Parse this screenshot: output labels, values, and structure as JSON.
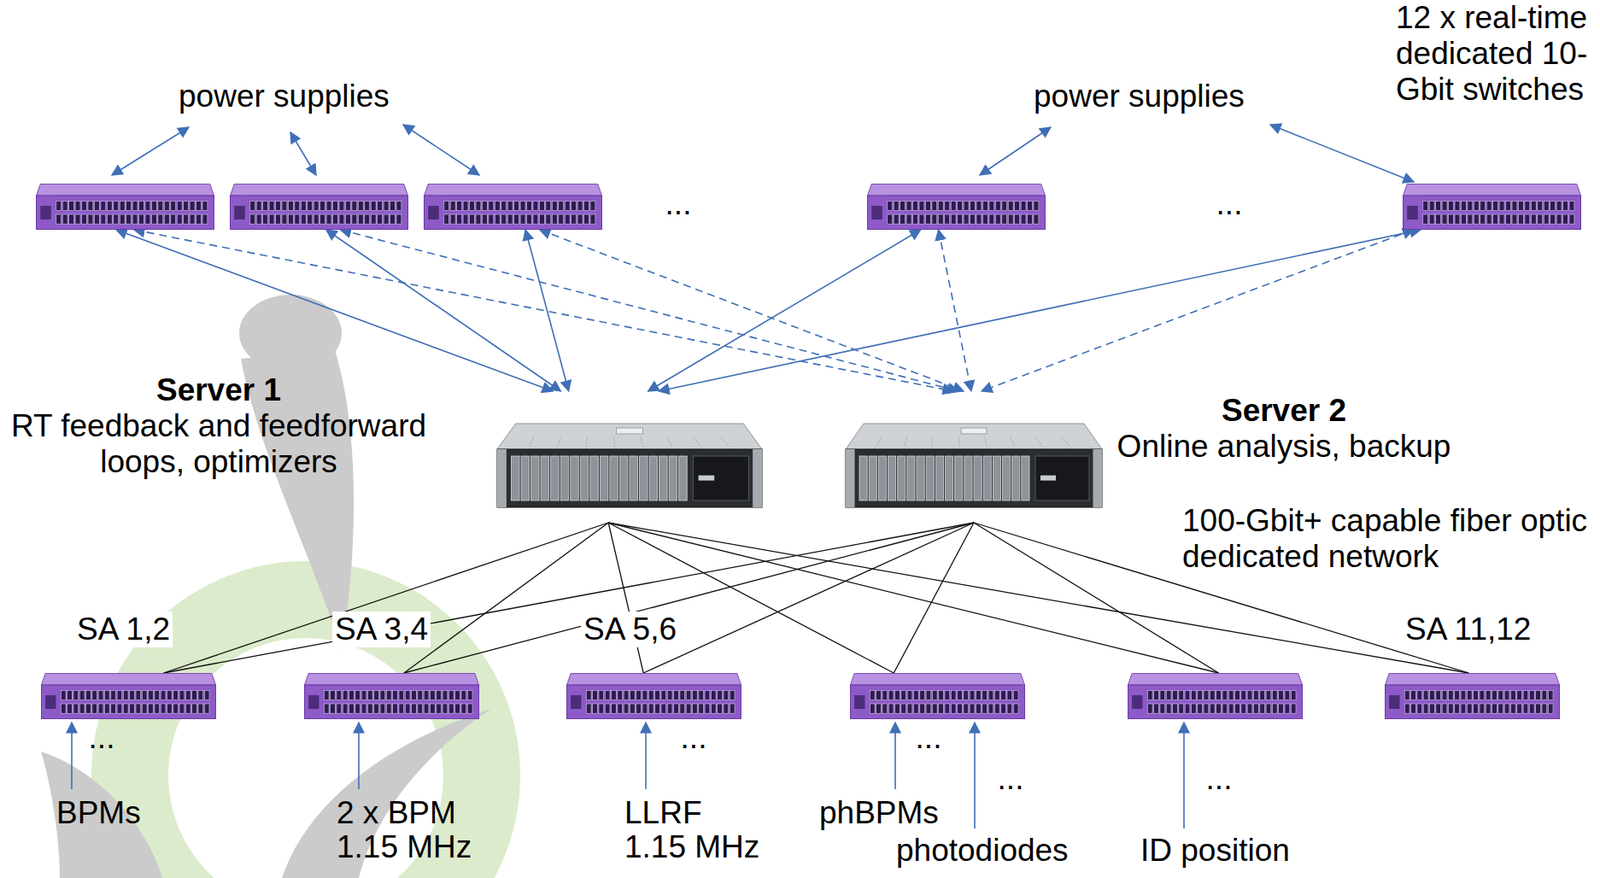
{
  "diagram": {
    "nodes": [
      {
        "text": []
      },
      {
        "text": []
      },
      {
        "text": []
      },
      {
        "text": []
      },
      {
        "text": []
      },
      {
        "text": [
          "Server 1",
          "RT feedback and feedforward loops, optimizers"
        ]
      },
      {
        "text": [
          "Server 2",
          "Online analysis, backup"
        ]
      },
      {
        "text": [
          "SA 1,2"
        ]
      },
      {
        "text": [
          "SA 3,4"
        ]
      },
      {
        "text": [
          "SA 5,6"
        ]
      },
      {
        "text": []
      },
      {
        "text": []
      },
      {
        "text": [
          "SA 11,12"
        ]
      }
    ],
    "edges": [
      {
        "from": 0,
        "to": 5,
        "arrow": "both"
      },
      {
        "from": 1,
        "to": 5,
        "arrow": "both"
      },
      {
        "from": 2,
        "to": 5,
        "arrow": "both"
      },
      {
        "from": 3,
        "to": 5,
        "arrow": "both"
      },
      {
        "from": 4,
        "to": 5,
        "arrow": "both"
      },
      {
        "from": 0,
        "to": 6,
        "arrow": "both"
      },
      {
        "from": 1,
        "to": 6,
        "arrow": "both"
      },
      {
        "from": 2,
        "to": 6,
        "arrow": "both"
      },
      {
        "from": 3,
        "to": 6,
        "arrow": "both"
      },
      {
        "from": 4,
        "to": 6,
        "arrow": "both"
      },
      {
        "from": 5,
        "to": 7,
        "arrow": "none"
      },
      {
        "from": 5,
        "to": 8,
        "arrow": "none"
      },
      {
        "from": 5,
        "to": 9,
        "arrow": "none"
      },
      {
        "from": 5,
        "to": 10,
        "arrow": "none"
      },
      {
        "from": 5,
        "to": 11,
        "arrow": "none"
      },
      {
        "from": 5,
        "to": 12,
        "arrow": "none"
      },
      {
        "from": 6,
        "to": 7,
        "arrow": "none"
      },
      {
        "from": 6,
        "to": 8,
        "arrow": "none"
      },
      {
        "from": 6,
        "to": 9,
        "arrow": "none"
      },
      {
        "from": 6,
        "to": 10,
        "arrow": "none"
      },
      {
        "from": 6,
        "to": 11,
        "arrow": "none"
      },
      {
        "from": 6,
        "to": 12,
        "arrow": "none"
      }
    ],
    "labels": [
      "power supplies",
      "power supplies",
      "12 x real-time dedicated 10-Gbit switches",
      "...",
      "...",
      "100-Gbit+ capable fiber optic dedicated network",
      "...",
      "BPMs",
      "2 x BPM 1.15 MHz",
      "...",
      "LLRF 1.15 MHz",
      "...",
      "phBPMs",
      "...",
      "photodiodes",
      "...",
      "ID position"
    ]
  }
}
